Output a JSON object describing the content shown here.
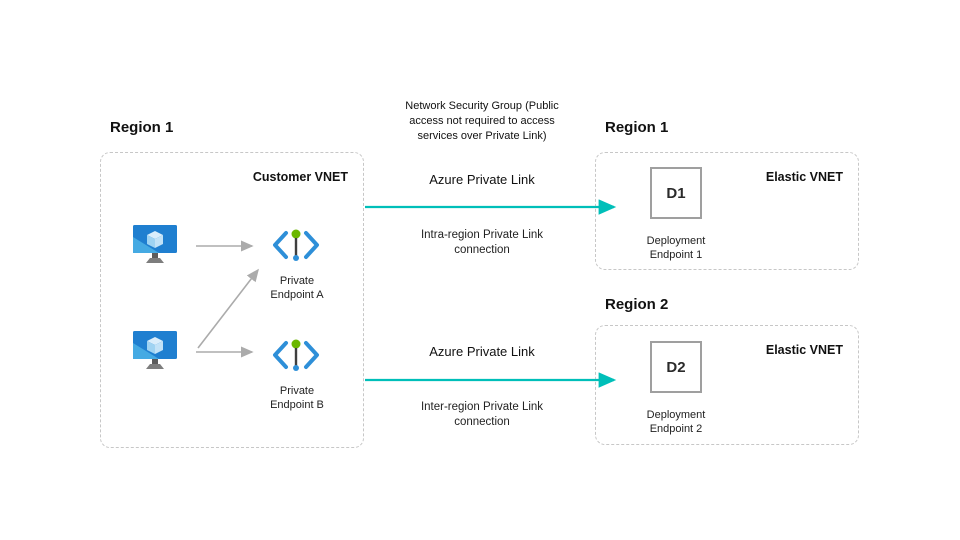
{
  "colors": {
    "arrow_teal": "#00bfb9",
    "arrow_gray": "#ababab",
    "icon_blue": "#2e8fd8",
    "icon_green": "#6bb700"
  },
  "customer": {
    "region_title": "Region 1",
    "vnet_label": "Customer VNET",
    "endpoint_a_label": "Private Endpoint A",
    "endpoint_b_label": "Private Endpoint B"
  },
  "middle": {
    "nsg_note": "Network Security Group (Public access not required to access services over Private Link)",
    "links": [
      {
        "title": "Azure Private Link",
        "subtitle": "Intra-region Private Link connection"
      },
      {
        "title": "Azure Private Link",
        "subtitle": "Inter-region Private Link connection"
      }
    ]
  },
  "regions": [
    {
      "region_title": "Region 1",
      "vnet_label": "Elastic VNET",
      "node_label": "D1",
      "endpoint_label": "Deployment Endpoint 1"
    },
    {
      "region_title": "Region 2",
      "vnet_label": "Elastic VNET",
      "node_label": "D2",
      "endpoint_label": "Deployment Endpoint 2"
    }
  ]
}
